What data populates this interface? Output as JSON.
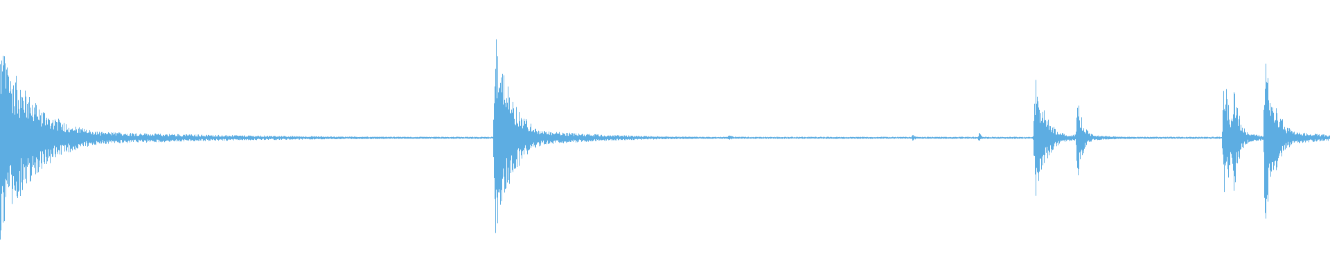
{
  "waveform": {
    "color": "#5dade2",
    "background": "#ffffff",
    "amplitude_scale": 1.0,
    "baseline_noise": 0.01,
    "events": [
      {
        "t": 0.0,
        "peak_up": 0.9,
        "peak_down": 0.95,
        "decay": 0.06
      },
      {
        "t": 0.372,
        "peak_up": 1.0,
        "peak_down": 1.0,
        "decay": 0.03
      },
      {
        "t": 0.548,
        "peak_up": 0.03,
        "peak_down": 0.03,
        "decay": 0.01
      },
      {
        "t": 0.686,
        "peak_up": 0.03,
        "peak_down": 0.03,
        "decay": 0.006
      },
      {
        "t": 0.736,
        "peak_up": 0.06,
        "peak_down": 0.04,
        "decay": 0.004
      },
      {
        "t": 0.778,
        "peak_up": 0.6,
        "peak_down": 0.62,
        "decay": 0.018
      },
      {
        "t": 0.81,
        "peak_up": 0.38,
        "peak_down": 0.4,
        "decay": 0.01
      },
      {
        "t": 0.92,
        "peak_up": 0.78,
        "peak_down": 0.8,
        "decay": 0.01
      },
      {
        "t": 0.927,
        "peak_up": 0.6,
        "peak_down": 0.6,
        "decay": 0.01
      },
      {
        "t": 0.951,
        "peak_up": 0.88,
        "peak_down": 0.88,
        "decay": 0.018
      }
    ]
  }
}
